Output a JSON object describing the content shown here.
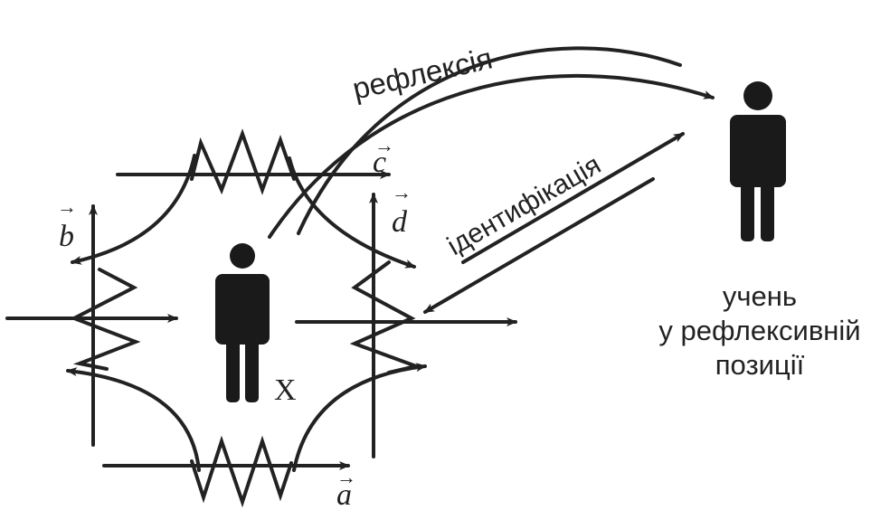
{
  "labels": {
    "reflection": "рефлексія",
    "identification": "ідентифікація",
    "student_line1": "учень",
    "student_line2": "у рефлексивній",
    "student_line3": "позиції",
    "center_person": "X"
  },
  "vectors": {
    "a": "a",
    "b": "b",
    "c": "c",
    "d": "d",
    "arrow_glyph": "→"
  },
  "icons": {
    "center_figure": "person-icon",
    "student_figure": "person-icon"
  },
  "colors": {
    "stroke": "#222222",
    "background": "#ffffff"
  }
}
